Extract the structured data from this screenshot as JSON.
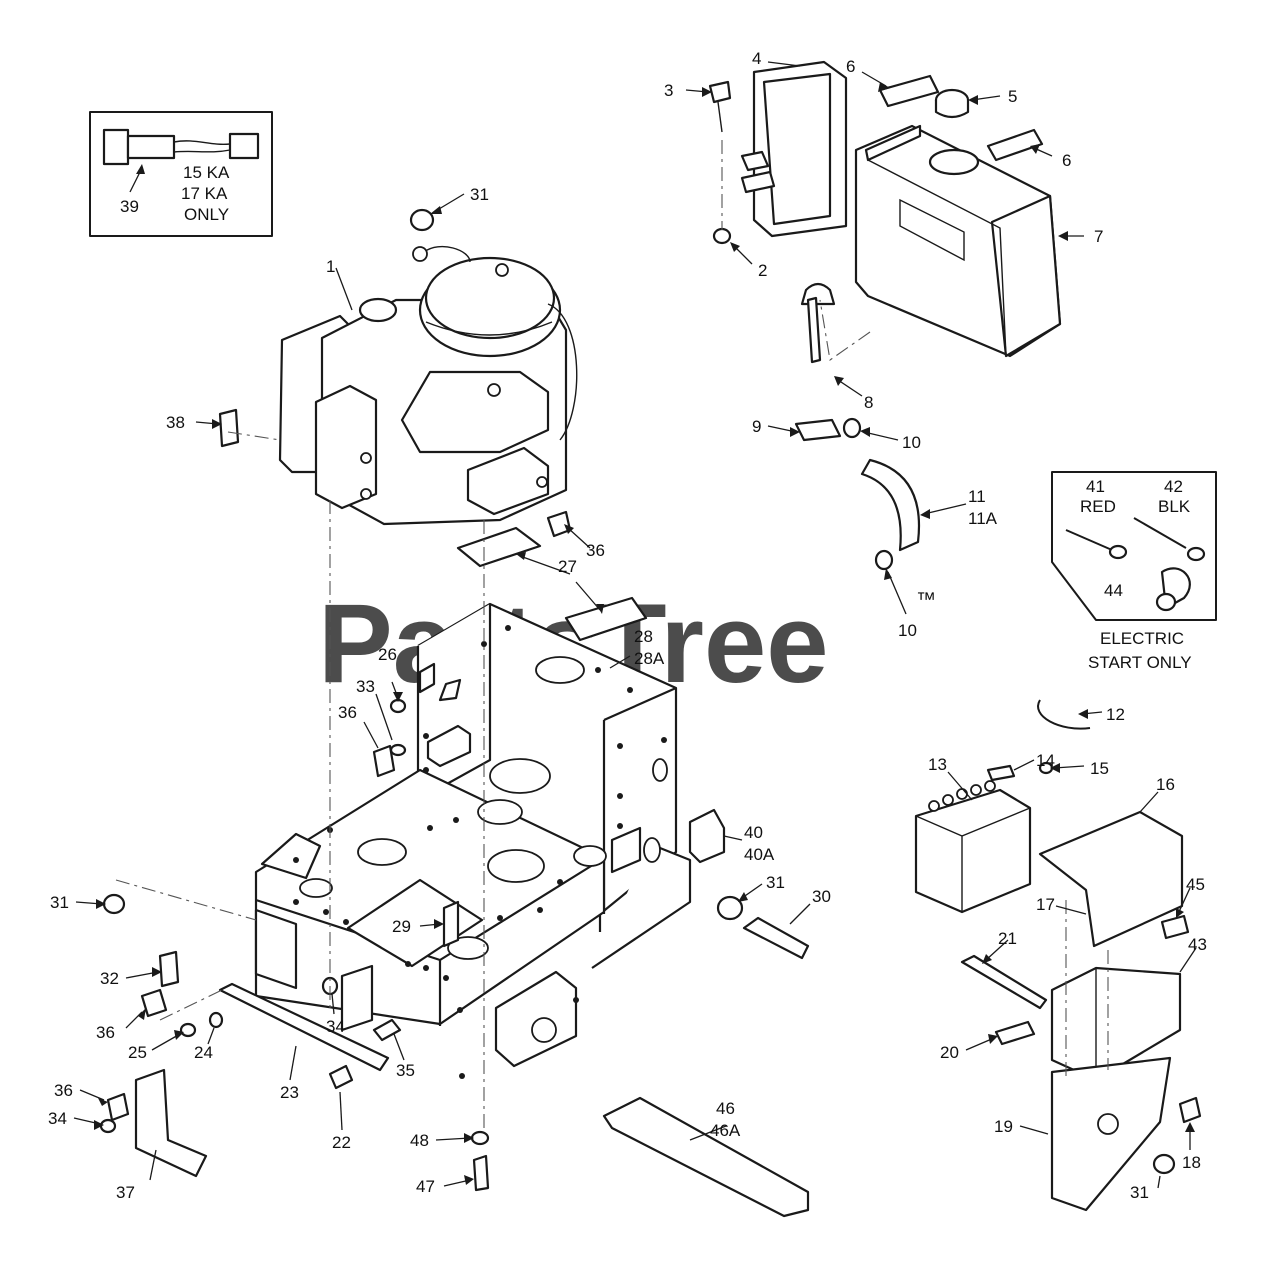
{
  "watermark": {
    "text": "PartsTree",
    "tm": "™"
  },
  "insets": {
    "harness": {
      "part": "39",
      "line1": "15 KA",
      "line2": "17 KA",
      "line3": "ONLY"
    },
    "electric_start": {
      "red_num": "41",
      "red": "RED",
      "blk_num": "42",
      "blk": "BLK",
      "part": "44",
      "line1": "ELECTRIC",
      "line2": "START ONLY"
    }
  },
  "callouts": [
    {
      "id": "1"
    },
    {
      "id": "2"
    },
    {
      "id": "3"
    },
    {
      "id": "4"
    },
    {
      "id": "5"
    },
    {
      "id": "6"
    },
    {
      "id": "6"
    },
    {
      "id": "7"
    },
    {
      "id": "8"
    },
    {
      "id": "9"
    },
    {
      "id": "10"
    },
    {
      "id": "10"
    },
    {
      "id": "11"
    },
    {
      "id": "11A"
    },
    {
      "id": "12"
    },
    {
      "id": "13"
    },
    {
      "id": "14"
    },
    {
      "id": "15"
    },
    {
      "id": "16"
    },
    {
      "id": "17"
    },
    {
      "id": "18"
    },
    {
      "id": "19"
    },
    {
      "id": "20"
    },
    {
      "id": "21"
    },
    {
      "id": "22"
    },
    {
      "id": "23"
    },
    {
      "id": "24"
    },
    {
      "id": "25"
    },
    {
      "id": "26"
    },
    {
      "id": "27"
    },
    {
      "id": "28"
    },
    {
      "id": "28A"
    },
    {
      "id": "29"
    },
    {
      "id": "30"
    },
    {
      "id": "31"
    },
    {
      "id": "31"
    },
    {
      "id": "31"
    },
    {
      "id": "31"
    },
    {
      "id": "32"
    },
    {
      "id": "33"
    },
    {
      "id": "34"
    },
    {
      "id": "34"
    },
    {
      "id": "35"
    },
    {
      "id": "36"
    },
    {
      "id": "36"
    },
    {
      "id": "36"
    },
    {
      "id": "36"
    },
    {
      "id": "37"
    },
    {
      "id": "38"
    },
    {
      "id": "40"
    },
    {
      "id": "40A"
    },
    {
      "id": "43"
    },
    {
      "id": "45"
    },
    {
      "id": "46"
    },
    {
      "id": "46A"
    },
    {
      "id": "47"
    },
    {
      "id": "48"
    }
  ]
}
